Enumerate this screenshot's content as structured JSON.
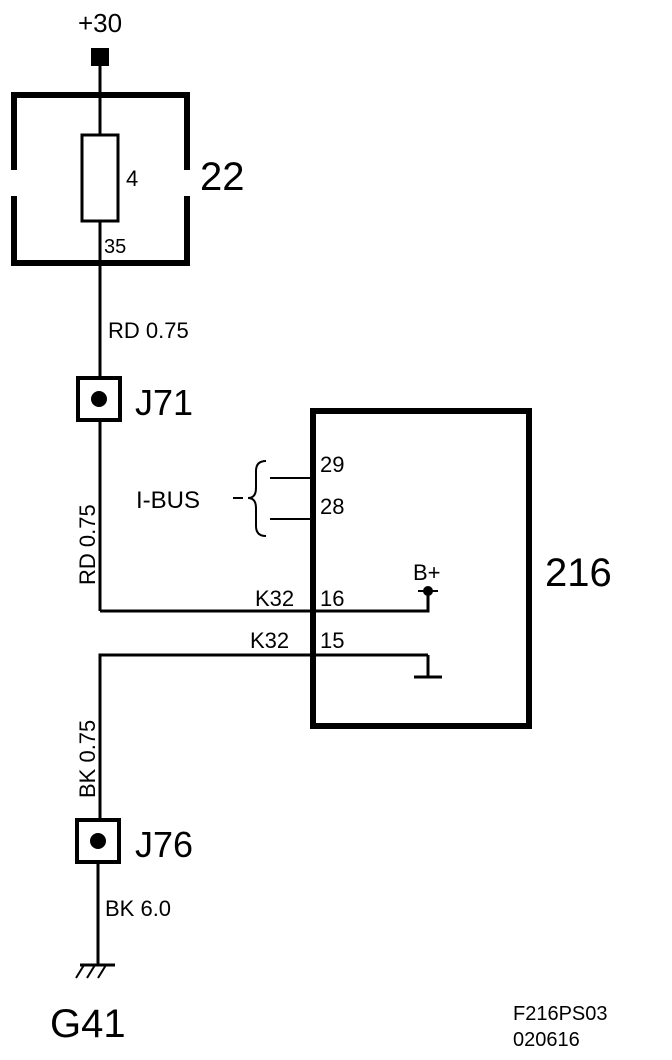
{
  "supply": {
    "label": "+30"
  },
  "fuse_box": {
    "id": "22",
    "fuse_number": "4",
    "output_pin": "35"
  },
  "wires": {
    "fuse_to_j71": "RD 0.75",
    "j71_to_module": "RD 0.75",
    "module_to_j76": "BK 0.75",
    "j76_to_ground": "BK 6.0"
  },
  "splices": {
    "top": "J71",
    "bottom": "J76"
  },
  "module": {
    "id": "216",
    "bus_label": "I-BUS",
    "bus_pins": [
      "29",
      "28"
    ],
    "power_pin": {
      "connector": "K32",
      "pin": "16",
      "symbol": "B+"
    },
    "ground_pin": {
      "connector": "K32",
      "pin": "15"
    }
  },
  "ground": {
    "id": "G41"
  },
  "footer": {
    "code": "F216PS03",
    "date": "020616"
  }
}
